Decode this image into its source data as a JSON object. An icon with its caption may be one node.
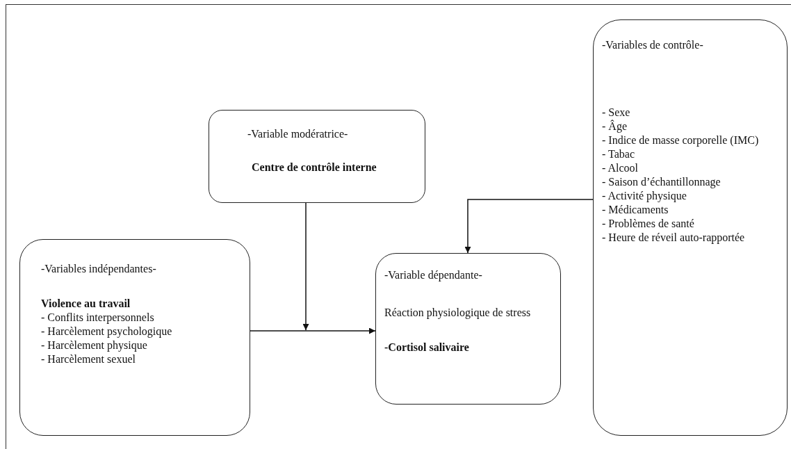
{
  "diagram": {
    "nodes": [
      {
        "text": [
          "-Variable modératrice-",
          "Centre de contrôle interne"
        ]
      },
      {
        "text": [
          "-Variables indépendantes-",
          "Violence au travail",
          "- Conflits interpersonnels",
          "- Harcèlement psychologique",
          "- Harcèlement physique",
          "- Harcèlement sexuel"
        ]
      },
      {
        "text": [
          "-Variable dépendante-",
          "Réaction physiologique de stress",
          "-Cortisol salivaire"
        ]
      },
      {
        "text": [
          "-Variables de contrôle-",
          "- Sexe",
          "- Âge",
          "- Indice de masse corporelle (IMC)",
          "- Tabac",
          "- Alcool",
          "- Saison d’échantillonnage",
          "- Activité physique",
          "- Médicaments",
          "- Problèmes de santé",
          "- Heure de réveil auto-rapportée"
        ]
      }
    ],
    "edges": [
      {
        "from": 1,
        "to": 2,
        "arrow": "to"
      },
      {
        "from": 0,
        "to": null,
        "arrow": "to"
      },
      {
        "from": 3,
        "to": 2,
        "arrow": "to"
      }
    ]
  }
}
